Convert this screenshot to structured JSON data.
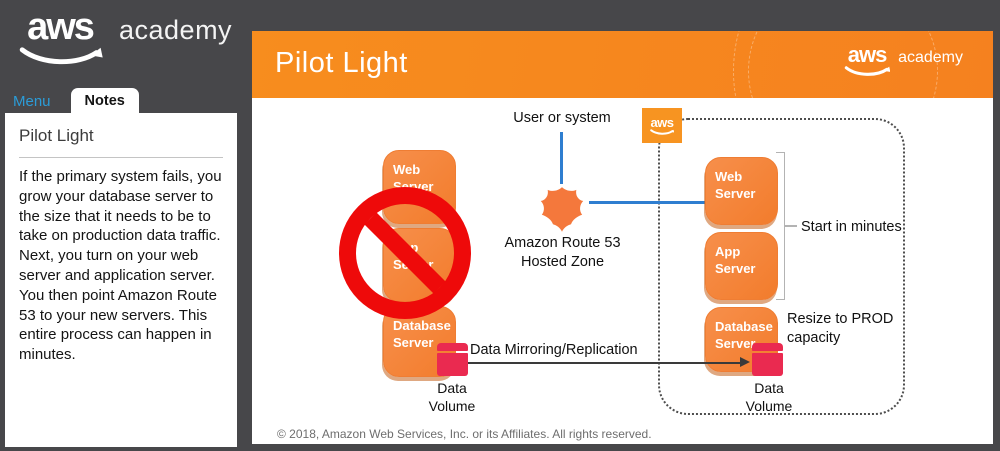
{
  "brand": {
    "aws": "aws",
    "academy": "academy"
  },
  "sidebar": {
    "tabs": {
      "menu": "Menu",
      "notes": "Notes"
    },
    "note": {
      "title": "Pilot Light",
      "body": "If the primary system fails, you grow your database server to the size that it needs to be to take on production data traffic. Next, you turn on your web server and application server. You then point Amazon Route 53 to your new servers. This entire process can happen in minutes."
    }
  },
  "header": {
    "title": "Pilot Light"
  },
  "diagram": {
    "user_label": "User or system",
    "route53_label": "Amazon Route 53 Hosted Zone",
    "aws_cloud_label": "aws",
    "failed_stack": [
      "Web Server",
      "App Server",
      "Database Server"
    ],
    "recovery_stack": [
      "Web Server",
      "App Server",
      "Database Server"
    ],
    "start_label": "Start in minutes",
    "resize_label": "Resize to PROD capacity",
    "mirror_label": "Data Mirroring/Replication",
    "left_volume_label": "Data Volume",
    "right_volume_label": "Data Volume",
    "colors": {
      "accent_orange": "#f6861f",
      "box_orange": "#f5823a",
      "prohibition_red": "#ee0a0a",
      "volume_crimson": "#ea2a50",
      "line_blue": "#2e7ed0",
      "link_blue": "#2b9cd8"
    }
  },
  "footer": {
    "copyright": "© 2018, Amazon Web Services, Inc. or its Affiliates. All rights reserved."
  }
}
